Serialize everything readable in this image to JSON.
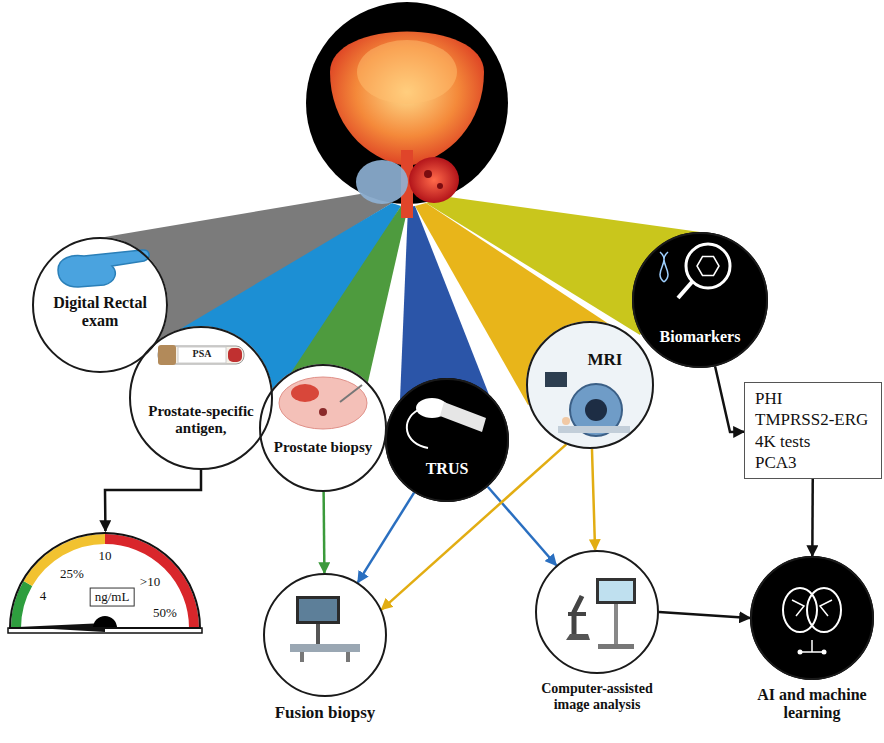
{
  "diagram": {
    "nodes": [
      {
        "text": [
          "Digital Rectal exam"
        ]
      },
      {
        "text": [
          "Prostate-specific antigen,"
        ]
      },
      {
        "text": [
          "Prostate biopsy"
        ]
      },
      {
        "text": [
          "TRUS"
        ]
      },
      {
        "text": [
          "MRI"
        ]
      },
      {
        "text": [
          "Biomarkers"
        ]
      },
      {
        "text": [
          "PHI",
          "TMPRSS2-ERG",
          "4K tests",
          "PCA3"
        ]
      },
      {
        "text": [
          "4",
          "25%",
          "10",
          ">10",
          "ng/mL",
          "50%"
        ]
      },
      {
        "text": [
          "Fusion biopsy"
        ]
      },
      {
        "text": [
          "Computer-assisted image analysis"
        ]
      },
      {
        "text": [
          "AI and machine learning"
        ]
      }
    ],
    "edges": [
      {
        "from": 1,
        "to": 7,
        "arrow": "to"
      },
      {
        "from": 2,
        "to": 8,
        "arrow": "to"
      },
      {
        "from": 3,
        "to": 8,
        "arrow": "to"
      },
      {
        "from": 3,
        "to": 9,
        "arrow": "to"
      },
      {
        "from": 4,
        "to": 8,
        "arrow": "to"
      },
      {
        "from": 4,
        "to": 9,
        "arrow": "to"
      },
      {
        "from": 5,
        "to": 6,
        "arrow": "to"
      },
      {
        "from": 6,
        "to": 10,
        "arrow": "to"
      },
      {
        "from": 9,
        "to": 10,
        "arrow": "to"
      }
    ],
    "labels": [
      "PSA"
    ]
  }
}
